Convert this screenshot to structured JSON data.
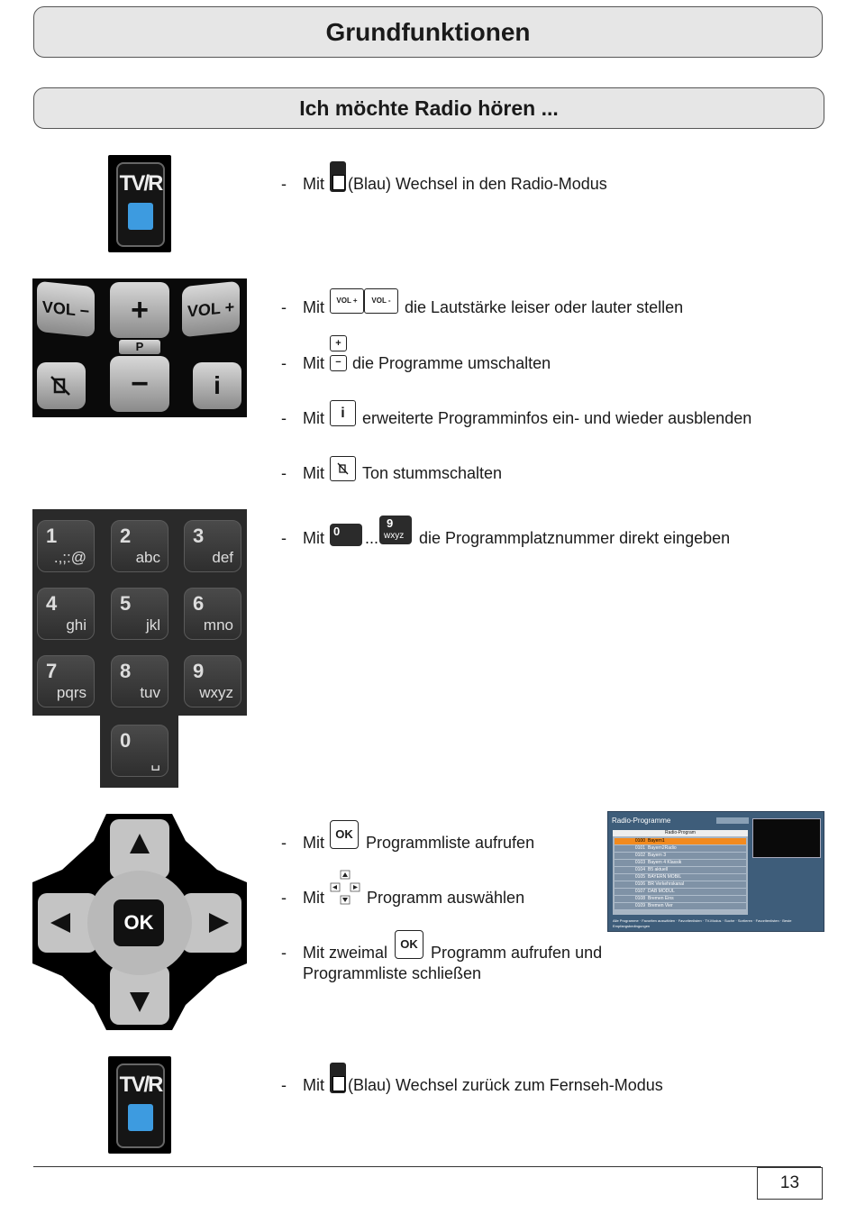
{
  "header": {
    "title": "Grundfunktionen",
    "subtitle": "Ich möchte Radio hören ..."
  },
  "common": {
    "dash": "-",
    "mit": "Mit",
    "dots": "..."
  },
  "remote_labels": {
    "tvr": "TV/R",
    "vol_minus": "VOL −",
    "vol_plus": "VOL +",
    "p": "P",
    "plus": "+",
    "minus": "−",
    "info": "i",
    "ok": "OK"
  },
  "keypad": [
    {
      "digit": "1",
      "letters": ".,;:@"
    },
    {
      "digit": "2",
      "letters": "abc"
    },
    {
      "digit": "3",
      "letters": "def"
    },
    {
      "digit": "4",
      "letters": "ghi"
    },
    {
      "digit": "5",
      "letters": "jkl"
    },
    {
      "digit": "6",
      "letters": "mno"
    },
    {
      "digit": "7",
      "letters": "pqrs"
    },
    {
      "digit": "8",
      "letters": "tuv"
    },
    {
      "digit": "9",
      "letters": "wxyz"
    },
    {
      "digit": "0",
      "letters": "␣"
    }
  ],
  "small_keys": {
    "vol_plus": "VOL +",
    "vol_minus": "VOL -",
    "ok": "OK",
    "zero": "0",
    "nine": "9",
    "nine_letters": "wxyz"
  },
  "instructions": {
    "radio_mode": "(Blau) Wechsel in den Radio-Modus",
    "volume": "die Lautstärke leiser oder lauter stellen",
    "program": "die Programme umschalten",
    "info": "erweiterte Programminfos ein- und wieder ausblenden",
    "mute": "Ton stummschalten",
    "number": "die Programmplatznummer direkt eingeben",
    "list": "Programmliste aufrufen",
    "select": "Programm auswählen",
    "twice_prefix": "Mit zweimal",
    "twice_line1": "Programm aufrufen und",
    "twice_line2": "Programmliste schließen",
    "back_tv": "(Blau) Wechsel zurück zum Fernseh-Modus"
  },
  "screenshot": {
    "title": "Radio-Programme",
    "list_header": "Radio-Program",
    "rows": [
      {
        "num": "0100",
        "name": "Bayern1"
      },
      {
        "num": "0101",
        "name": "Bayern2Radio"
      },
      {
        "num": "0102",
        "name": "Bayern 3"
      },
      {
        "num": "0103",
        "name": "Bayern 4 Klassik"
      },
      {
        "num": "0104",
        "name": "B5 aktuell"
      },
      {
        "num": "0105",
        "name": "BAYERN MOBIL"
      },
      {
        "num": "0106",
        "name": "BR Verkehrskanal"
      },
      {
        "num": "0107",
        "name": "DAB MODUL"
      },
      {
        "num": "0108",
        "name": "Bremen Eins"
      },
      {
        "num": "0109",
        "name": "Bremen Vier"
      }
    ],
    "footer": "Alle Programme · Favoriten auswählen · Favoritenlisten · TV-Modus · Suche · Sortieren · Favoritenlisten · Beste Empfangsbedingungen"
  },
  "page_number": "13",
  "colors": {
    "blue": "#3d9be0",
    "header_bg": "#e6e6e6",
    "selected_row": "#f28a1e"
  }
}
